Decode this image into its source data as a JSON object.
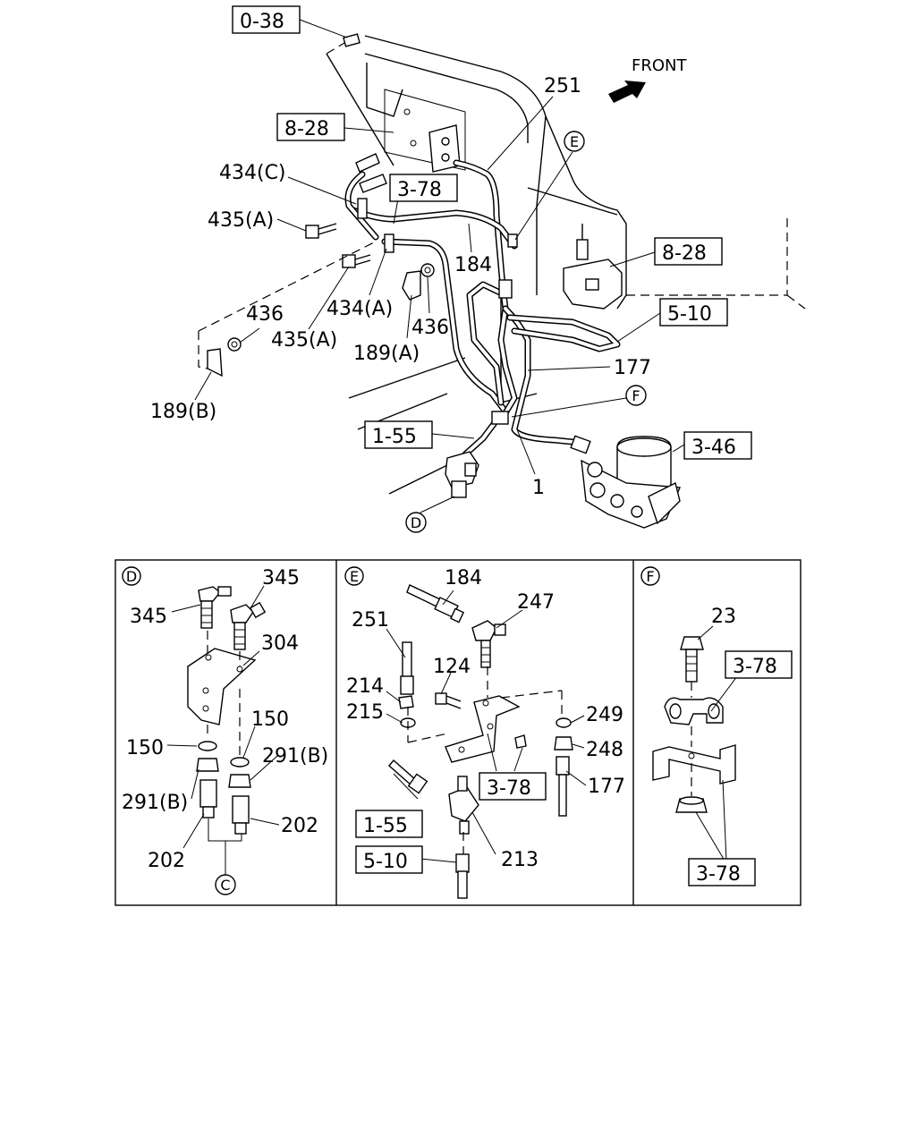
{
  "direction_label": "FRONT",
  "main_labels": {
    "r038": "0-38",
    "r828a": "8-28",
    "r828b": "8-28",
    "r378": "3-78",
    "r510": "5-10",
    "r155": "1-55",
    "r346": "3-46",
    "p251": "251",
    "p434c": "434(C)",
    "p435a1": "435(A)",
    "p184": "184",
    "p434a": "434(A)",
    "p436a": "436",
    "p436b": "436",
    "p435a2": "435(A)",
    "p189a": "189(A)",
    "p189b": "189(B)",
    "p177": "177",
    "p1": "1",
    "cE": "E",
    "cF": "F",
    "cD": "D"
  },
  "panel_d": {
    "circle": "D",
    "p345a": "345",
    "p345b": "345",
    "p304": "304",
    "p150a": "150",
    "p150b": "150",
    "p291a": "291(B)",
    "p291b": "291(B)",
    "p202a": "202",
    "p202b": "202",
    "cC": "C"
  },
  "panel_e": {
    "circle": "E",
    "p184": "184",
    "p251": "251",
    "p247": "247",
    "p124": "124",
    "p214": "214",
    "p215": "215",
    "p249": "249",
    "p248": "248",
    "p177": "177",
    "r378": "3-78",
    "r155": "1-55",
    "r510": "5-10",
    "p213": "213"
  },
  "panel_f": {
    "circle": "F",
    "p23": "23",
    "r378a": "3-78",
    "r378b": "3-78"
  }
}
